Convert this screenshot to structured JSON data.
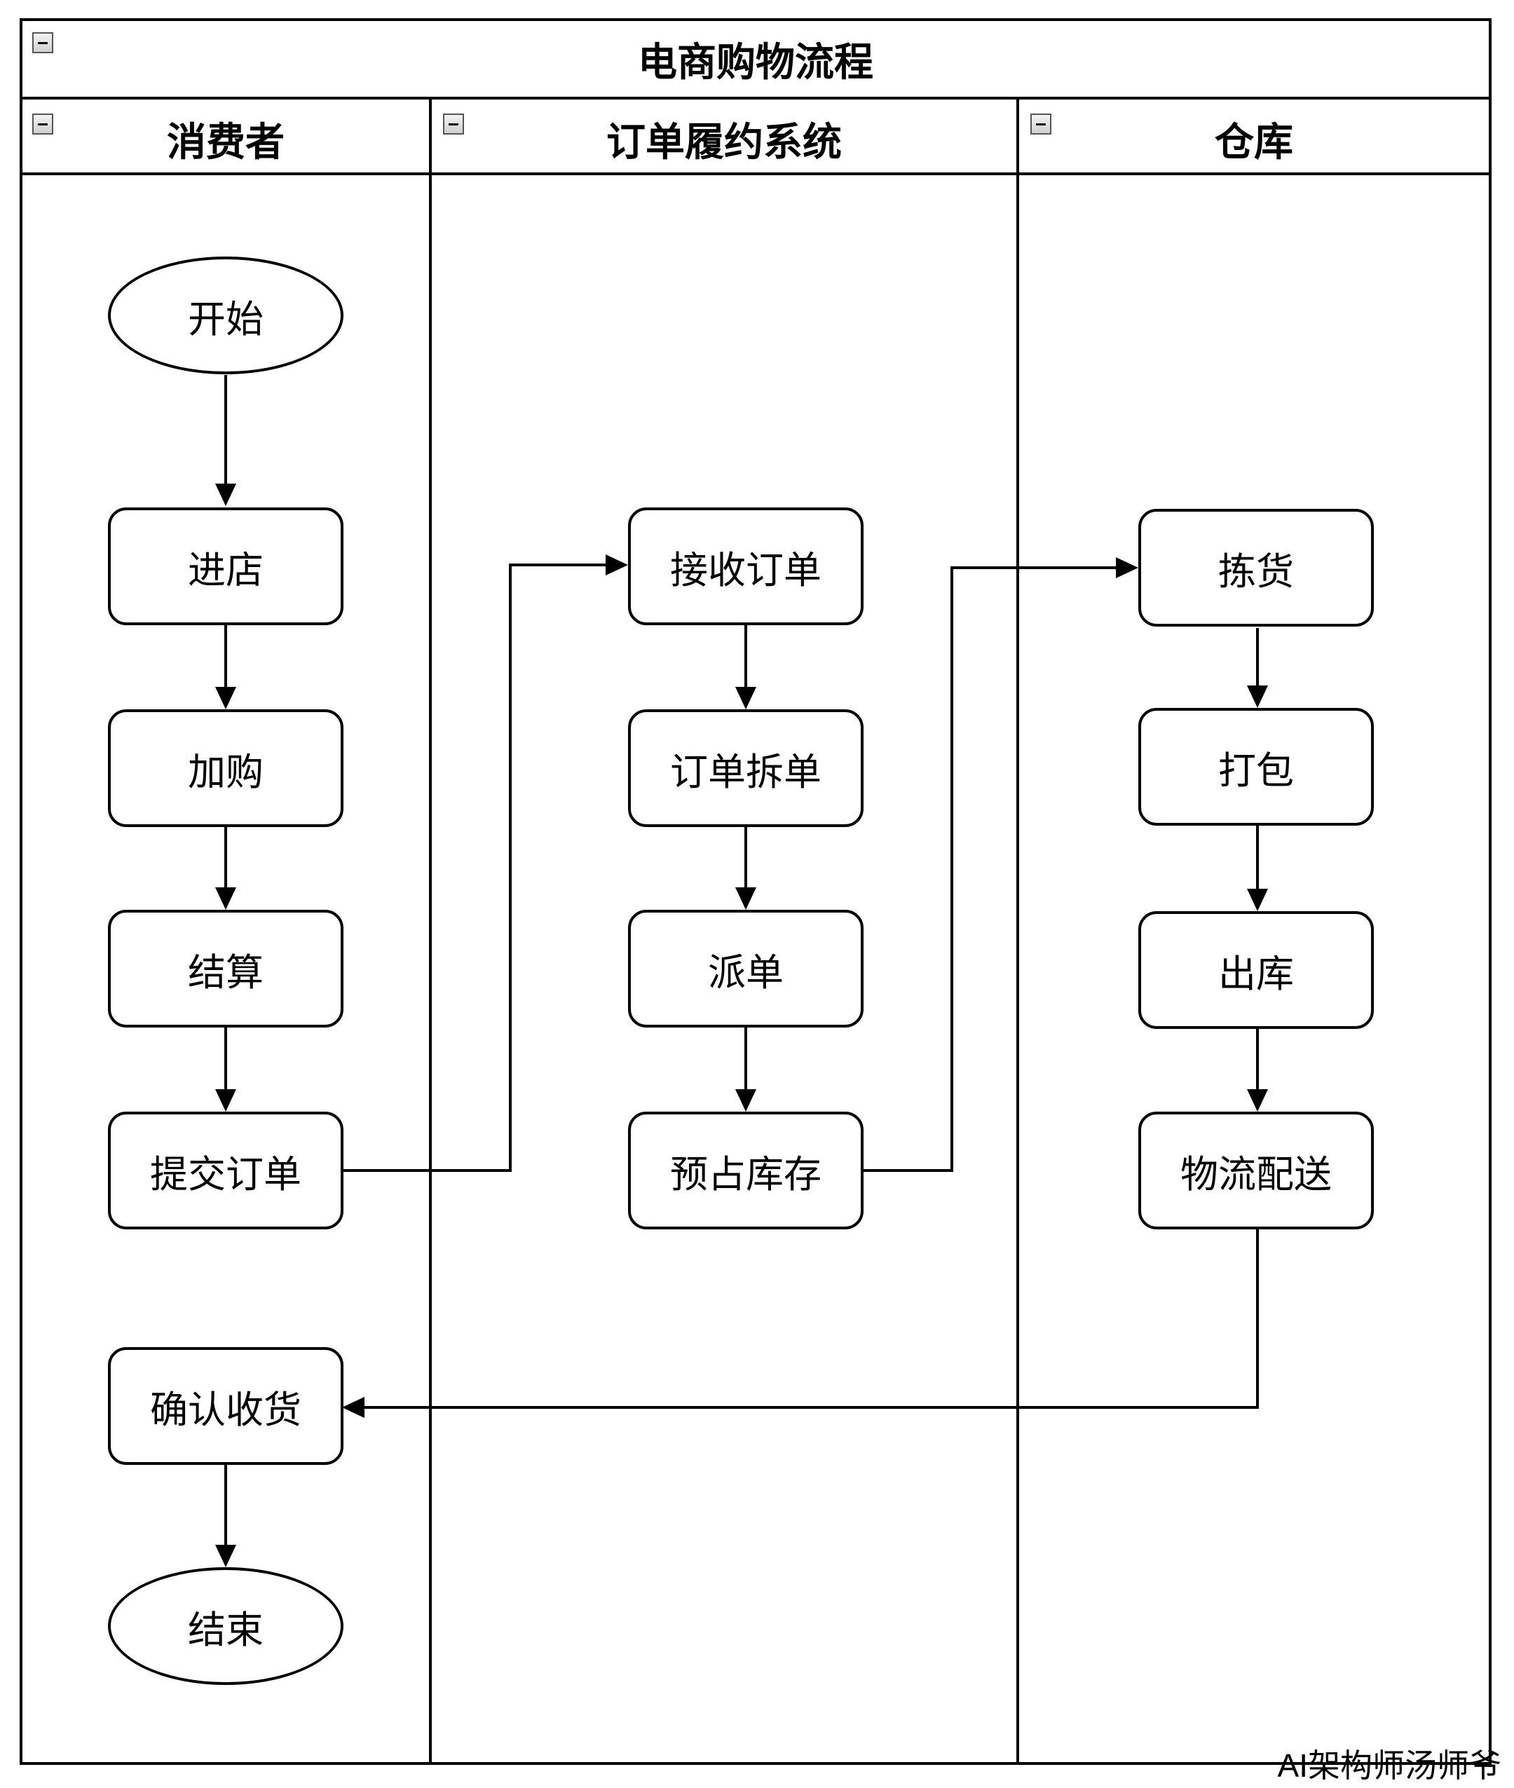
{
  "title": "电商购物流程",
  "lanes": [
    {
      "label": "消费者"
    },
    {
      "label": "订单履约系统"
    },
    {
      "label": "仓库"
    }
  ],
  "nodes": {
    "start": "开始",
    "enter_store": "进店",
    "add_to_cart": "加购",
    "checkout": "结算",
    "submit_order": "提交订单",
    "confirm_receipt": "确认收货",
    "end": "结束",
    "receive_order": "接收订单",
    "split_order": "订单拆单",
    "dispatch_order": "派单",
    "reserve_stock": "预占库存",
    "pick_goods": "拣货",
    "pack": "打包",
    "outbound": "出库",
    "logistics_delivery": "物流配送"
  },
  "watermark": "AI架构师汤师爷"
}
